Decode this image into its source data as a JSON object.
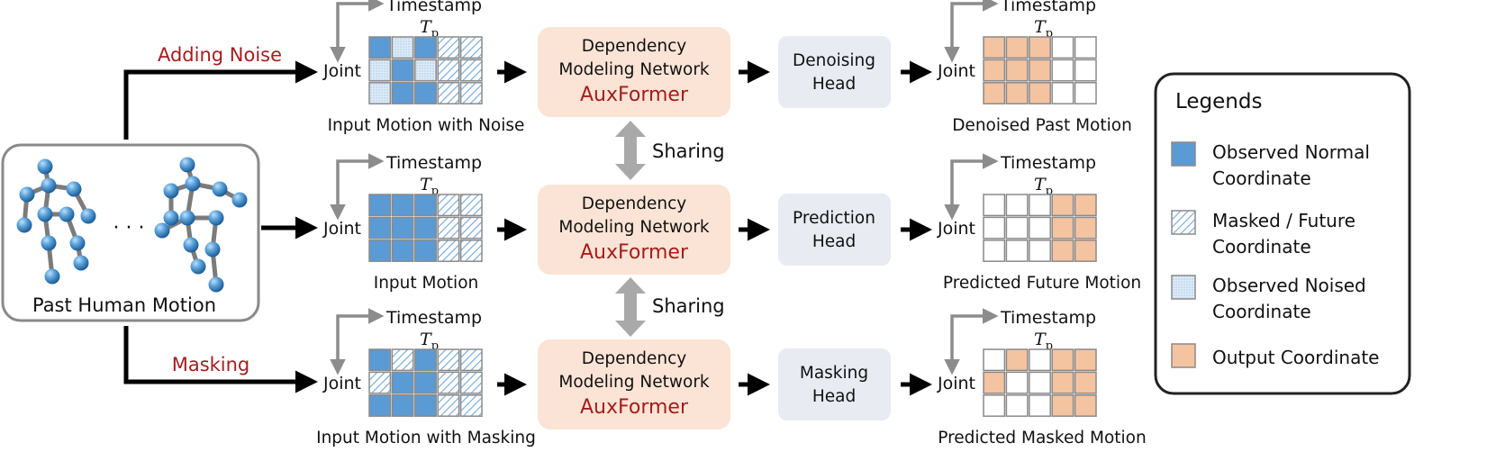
{
  "colors": {
    "observed_normal": "#5b9bd5",
    "observed_noised": "#d9e8f6",
    "masked_future": "#d5e5f4",
    "output": "#f4c3a0",
    "module_bg": "#fbe4d5",
    "head_bg": "#e8ebf2",
    "red_text": "#a51d1d",
    "arrow_gray": "#8c8c8c"
  },
  "source": {
    "label": "Past Human Motion",
    "ellipsis": "· · ·"
  },
  "branch_labels": {
    "top": "Adding Noise",
    "bottom": "Masking"
  },
  "axis": {
    "timestamp": "Timestamp",
    "joint": "Joint",
    "tp_main": "T",
    "tp_sub": "p"
  },
  "module": {
    "line1": "Dependency",
    "line2": "Modeling Network",
    "name": "AuxFormer"
  },
  "sharing_label": "Sharing",
  "rows": [
    {
      "input_caption": "Input Motion with Noise",
      "head_line1": "Denoising",
      "head_line2": "Head",
      "output_caption": "Denoised Past Motion",
      "input_grid": [
        [
          "n",
          "z",
          "n",
          "m",
          "m"
        ],
        [
          "z",
          "n",
          "z",
          "m",
          "m"
        ],
        [
          "z",
          "n",
          "n",
          "m",
          "m"
        ]
      ],
      "output_grid": [
        [
          "o",
          "o",
          "o",
          "e",
          "e"
        ],
        [
          "o",
          "o",
          "o",
          "e",
          "e"
        ],
        [
          "o",
          "o",
          "o",
          "e",
          "e"
        ]
      ]
    },
    {
      "input_caption": "Input Motion",
      "head_line1": "Prediction",
      "head_line2": "Head",
      "output_caption": "Predicted Future Motion",
      "input_grid": [
        [
          "n",
          "n",
          "n",
          "m",
          "m"
        ],
        [
          "n",
          "n",
          "n",
          "m",
          "m"
        ],
        [
          "n",
          "n",
          "n",
          "m",
          "m"
        ]
      ],
      "output_grid": [
        [
          "e",
          "e",
          "e",
          "o",
          "o"
        ],
        [
          "e",
          "e",
          "e",
          "o",
          "o"
        ],
        [
          "e",
          "e",
          "e",
          "o",
          "o"
        ]
      ]
    },
    {
      "input_caption": "Input Motion with Masking",
      "head_line1": "Masking",
      "head_line2": "Head",
      "output_caption": "Predicted Masked Motion",
      "input_grid": [
        [
          "n",
          "m",
          "n",
          "m",
          "m"
        ],
        [
          "m",
          "n",
          "n",
          "m",
          "m"
        ],
        [
          "n",
          "n",
          "n",
          "m",
          "m"
        ]
      ],
      "output_grid": [
        [
          "e",
          "o",
          "e",
          "o",
          "o"
        ],
        [
          "o",
          "e",
          "e",
          "o",
          "o"
        ],
        [
          "e",
          "e",
          "e",
          "o",
          "o"
        ]
      ]
    }
  ],
  "legend": {
    "title": "Legends",
    "items": [
      {
        "type": "n",
        "line1": "Observed Normal",
        "line2": "Coordinate"
      },
      {
        "type": "m",
        "line1": "Masked / Future",
        "line2": "Coordinate"
      },
      {
        "type": "z",
        "line1": "Observed Noised",
        "line2": "Coordinate"
      },
      {
        "type": "o",
        "line1": "Output Coordinate",
        "line2": ""
      }
    ]
  }
}
